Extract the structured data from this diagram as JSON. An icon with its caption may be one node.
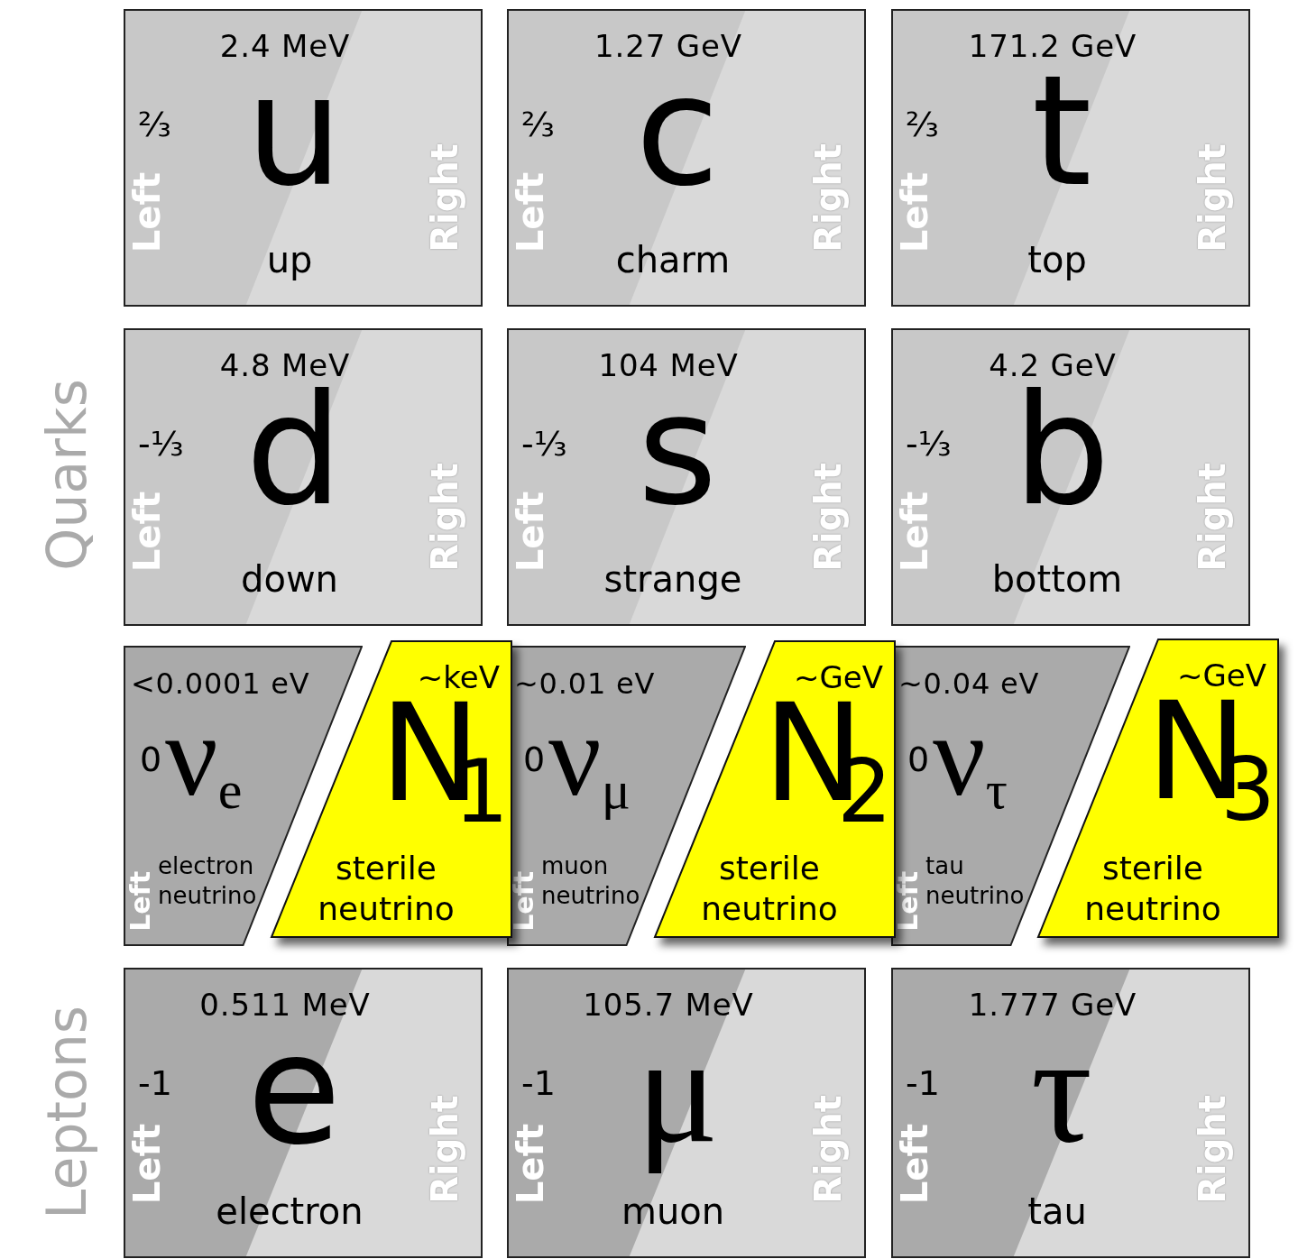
{
  "diagram": {
    "nodes": [
      {
        "text": [
          "2.4 MeV",
          "⅔",
          "u",
          "up",
          "Left",
          "Right"
        ]
      },
      {
        "text": [
          "1.27 GeV",
          "⅔",
          "c",
          "charm",
          "Left",
          "Right"
        ]
      },
      {
        "text": [
          "171.2 GeV",
          "⅔",
          "t",
          "top",
          "Left",
          "Right"
        ]
      },
      {
        "text": [
          "4.8 MeV",
          "-⅓",
          "d",
          "down",
          "Left",
          "Right"
        ]
      },
      {
        "text": [
          "104 MeV",
          "-⅓",
          "s",
          "strange",
          "Left",
          "Right"
        ]
      },
      {
        "text": [
          "4.2 GeV",
          "-⅓",
          "b",
          "bottom",
          "Left",
          "Right"
        ]
      },
      {
        "text": [
          "<0.0001 eV",
          "0",
          "ν$_{e}$",
          "electron neutrino",
          "Left"
        ]
      },
      {
        "text": [
          "~keV",
          "N$_{1}$",
          "sterile neutrino"
        ]
      },
      {
        "text": [
          "~0.01 eV",
          "0",
          "ν$_{μ}$",
          "muon neutrino",
          "Left"
        ]
      },
      {
        "text": [
          "~GeV",
          "N$_{2}$",
          "sterile neutrino"
        ]
      },
      {
        "text": [
          "~0.04 eV",
          "0",
          "ν$_{τ}$",
          "tau neutrino",
          "Left"
        ]
      },
      {
        "text": [
          "~GeV",
          "N$_{3}$",
          "sterile neutrino"
        ]
      },
      {
        "text": [
          "0.511 MeV",
          "-1",
          "e",
          "electron",
          "Left",
          "Right"
        ]
      },
      {
        "text": [
          "105.7 MeV",
          "-1",
          "μ",
          "muon",
          "Left",
          "Right"
        ]
      },
      {
        "text": [
          "1.777 GeV",
          "-1",
          "τ",
          "tau",
          "Left",
          "Right"
        ]
      }
    ],
    "labels": [
      "Quarks",
      "Leptons"
    ]
  }
}
